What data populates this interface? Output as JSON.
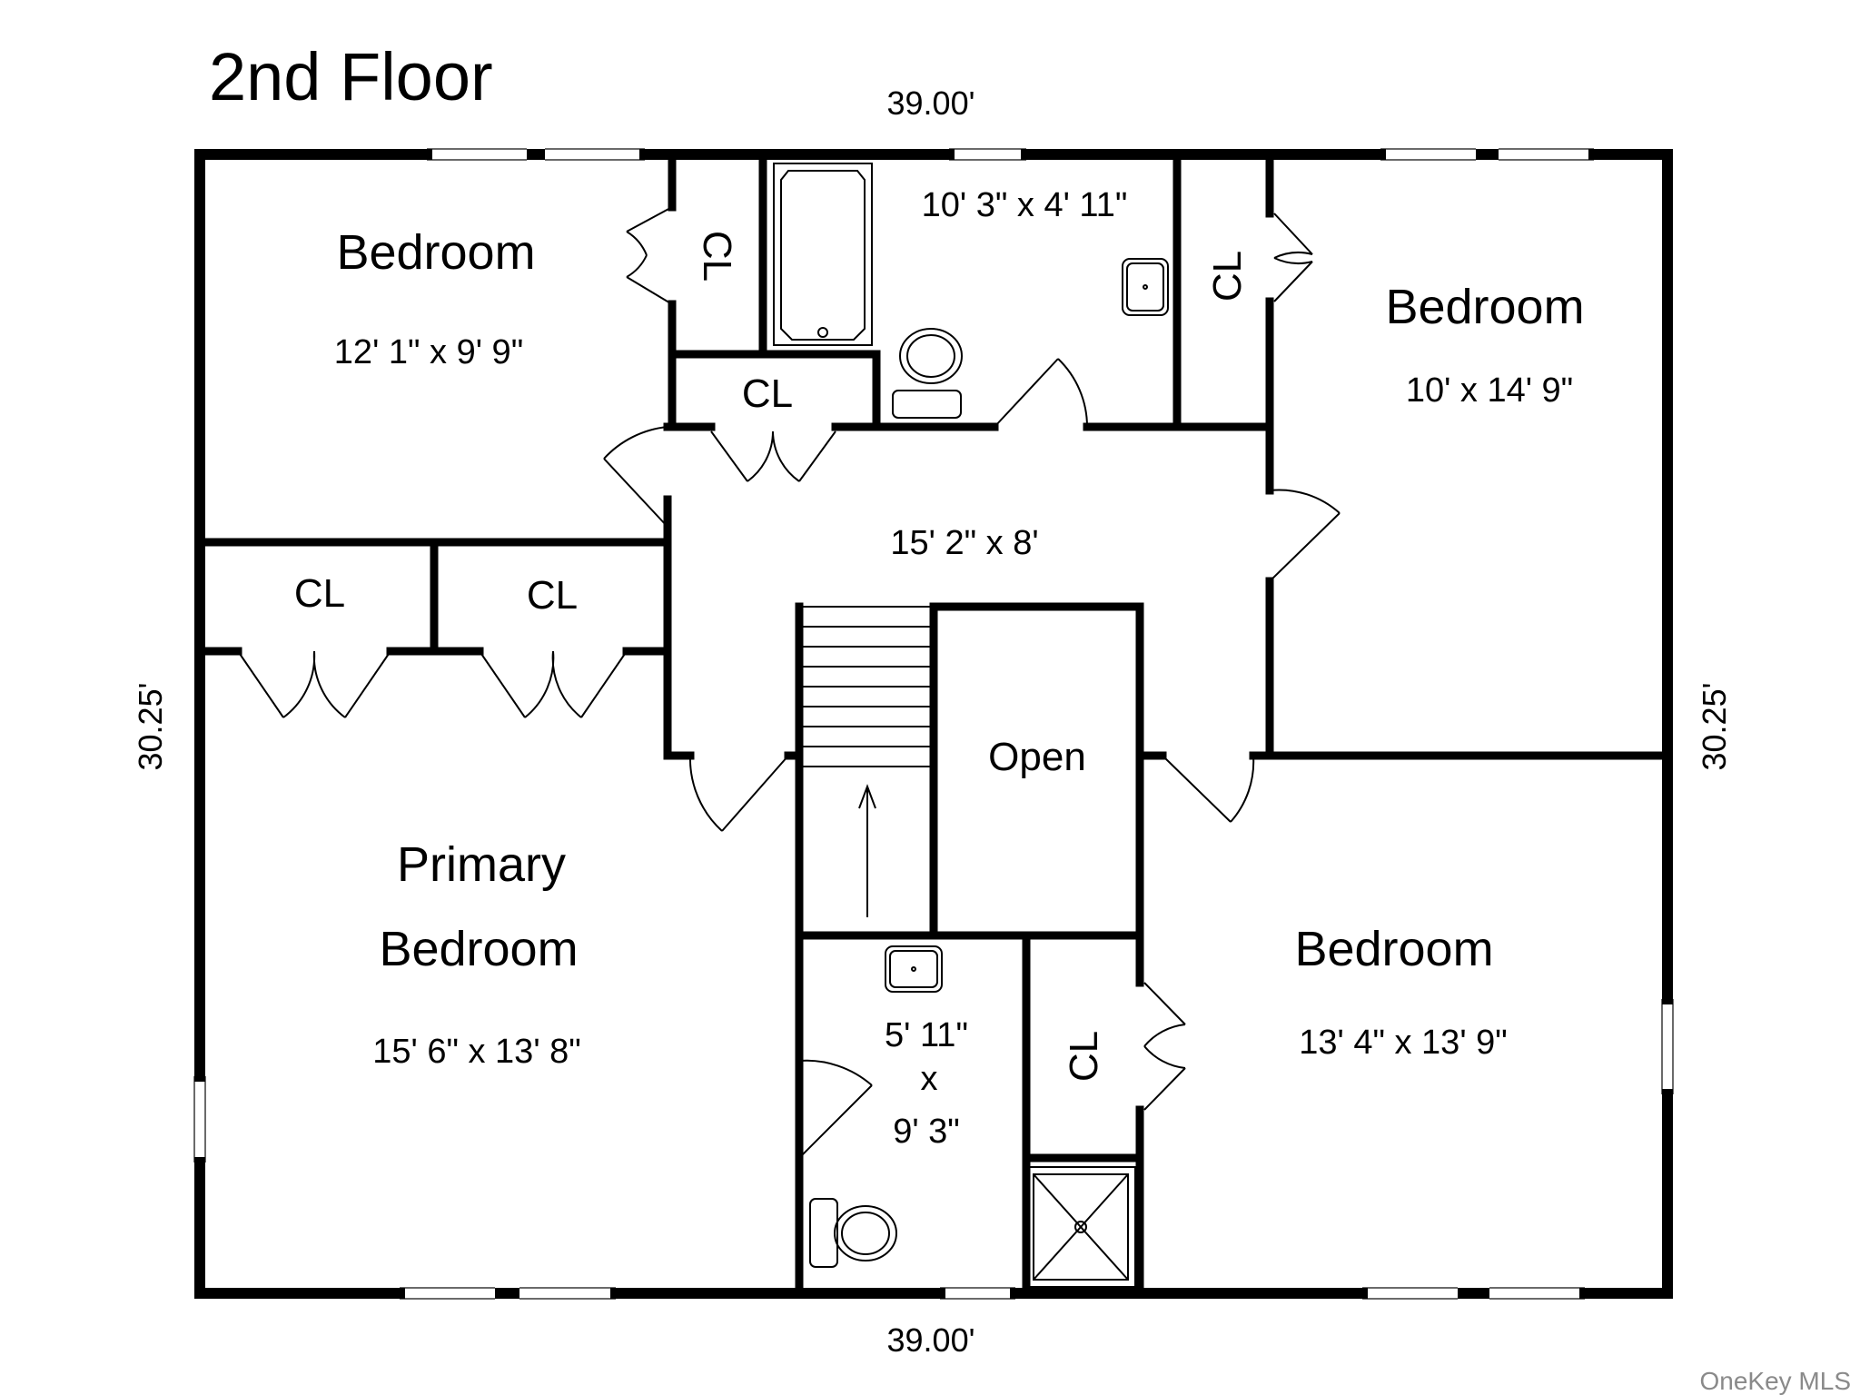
{
  "title": "2nd Floor",
  "dimensions": {
    "top": "39.00'",
    "bottom": "39.00'",
    "left": "30.25'",
    "right": "30.25'"
  },
  "rooms": {
    "bedroom_nw": {
      "name": "Bedroom",
      "size": "12' 1\" x 9' 9\""
    },
    "bath_top": {
      "size": "10' 3\" x 4' 11\""
    },
    "bedroom_ne": {
      "name": "Bedroom",
      "size": "10' x 14' 9\""
    },
    "hall": {
      "size": "15' 2\" x 8'"
    },
    "open": {
      "name": "Open"
    },
    "primary": {
      "name_line1": "Primary",
      "name_line2": "Bedroom",
      "size": "15' 6\" x 13' 8\""
    },
    "bath_bottom": {
      "size_line1": "5' 11\"",
      "size_line2": "x",
      "size_line3": "9' 3\""
    },
    "bedroom_se": {
      "name": "Bedroom",
      "size": "13' 4\" x 13' 9\""
    }
  },
  "closets": {
    "cl1": "CL",
    "cl2": "CL",
    "cl3": "CL",
    "cl4": "CL",
    "cl5": "CL",
    "cl6": "CL"
  },
  "watermark": "OneKey MLS"
}
